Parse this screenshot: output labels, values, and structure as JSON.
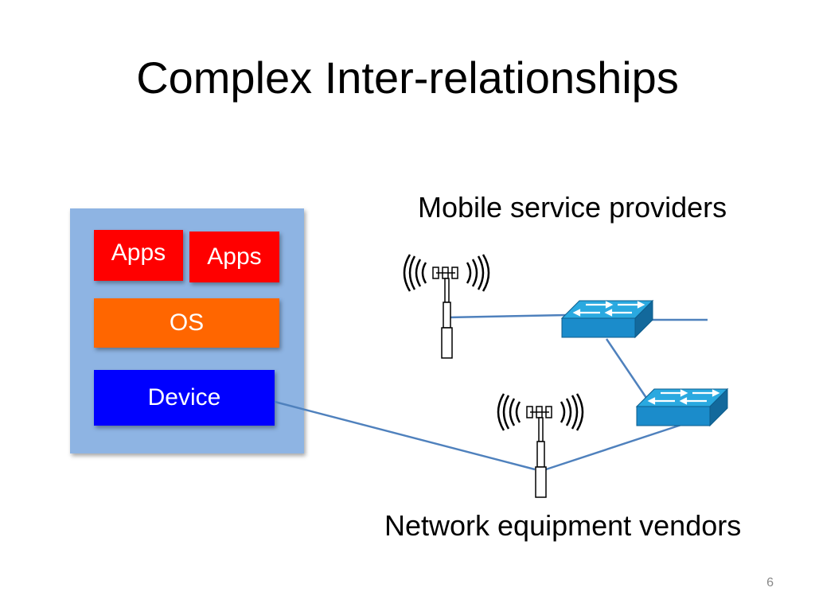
{
  "slide": {
    "title": "Complex Inter-relationships",
    "page_number": "6"
  },
  "stack": {
    "apps_1": "Apps",
    "apps_2": "Apps",
    "os": "OS",
    "device": "Device"
  },
  "labels": {
    "mobile_service_providers": "Mobile service providers",
    "network_equipment_vendors": "Network equipment vendors"
  },
  "colors": {
    "stack_background": "#8eb4e3",
    "apps": "#ff0000",
    "os": "#ff6600",
    "device": "#0000ff",
    "connection_line": "#4f81bd",
    "switch_top": "#29a8e0",
    "switch_side": "#1b7fb5"
  },
  "icons": {
    "tower_icon": "cell-tower-icon",
    "switch_icon": "network-switch-icon"
  }
}
